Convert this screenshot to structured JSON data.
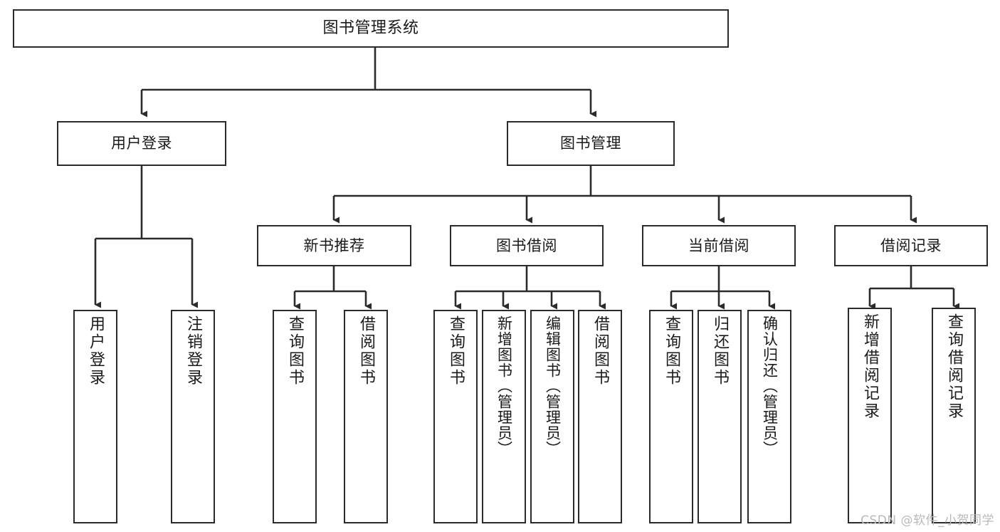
{
  "diagram": {
    "type": "tree-hierarchy",
    "title": "图书管理系统",
    "colors": {
      "box_border": "#2b2b2b",
      "box_fill": "#ffffff",
      "connector": "#2b2b2b",
      "background": "#ffffff",
      "watermark": "#b9b9b9"
    },
    "levels": {
      "root": {
        "label": "图书管理系统"
      },
      "level2": [
        {
          "id": "user-login",
          "label": "用户登录"
        },
        {
          "id": "book-manage",
          "label": "图书管理"
        }
      ],
      "level3": [
        {
          "id": "new-book-recommend",
          "label": "新书推荐"
        },
        {
          "id": "book-borrow",
          "label": "图书借阅"
        },
        {
          "id": "current-borrow",
          "label": "当前借阅"
        },
        {
          "id": "borrow-record",
          "label": "借阅记录"
        }
      ],
      "level4": {
        "user-login": [
          {
            "id": "leaf-user-login",
            "label": "用户登录"
          },
          {
            "id": "leaf-logout-login",
            "label": "注销登录"
          }
        ],
        "new-book-recommend": [
          {
            "id": "leaf-query-book-1",
            "label": "查询图书"
          },
          {
            "id": "leaf-borrow-book-1",
            "label": "借阅图书"
          }
        ],
        "book-borrow": [
          {
            "id": "leaf-query-book-2",
            "label": "查询图书"
          },
          {
            "id": "leaf-add-book",
            "label": "新增图书（管理员）"
          },
          {
            "id": "leaf-edit-book",
            "label": "编辑图书（管理员）"
          },
          {
            "id": "leaf-borrow-book-2",
            "label": "借阅图书"
          }
        ],
        "current-borrow": [
          {
            "id": "leaf-query-book-3",
            "label": "查询图书"
          },
          {
            "id": "leaf-return-book",
            "label": "归还图书"
          },
          {
            "id": "leaf-confirm-return",
            "label": "确认归还（管理员）"
          }
        ],
        "borrow-record": [
          {
            "id": "leaf-add-record",
            "label": "新增借阅记录"
          },
          {
            "id": "leaf-query-record",
            "label": "查询借阅记录"
          }
        ]
      }
    }
  },
  "watermark": {
    "text": "CSDN @软件_小贺同学"
  }
}
